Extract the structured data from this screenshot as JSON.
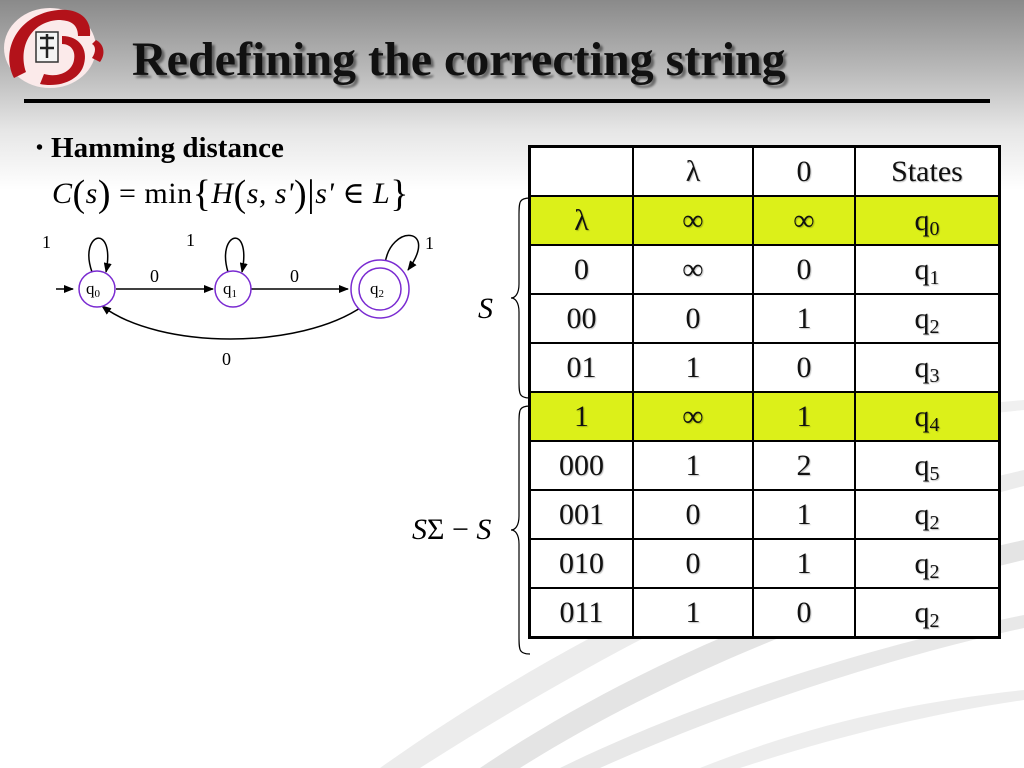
{
  "slide": {
    "title": "Redefining the correcting string",
    "bullet": "Hamming distance"
  },
  "formula": {
    "C": "C",
    "s": "s",
    "eq": " = min",
    "H": "H",
    "args": "s, s'",
    "cond_var": "s'",
    "in": " ∈ ",
    "L": "L"
  },
  "automaton": {
    "states": [
      {
        "id": "q0",
        "base": "q",
        "sub": "0",
        "self_loop": "1",
        "start": true,
        "accepting": false
      },
      {
        "id": "q1",
        "base": "q",
        "sub": "1",
        "self_loop": "1",
        "start": false,
        "accepting": false
      },
      {
        "id": "q2",
        "base": "q",
        "sub": "2",
        "self_loop": "1",
        "start": false,
        "accepting": true
      }
    ],
    "edges": [
      {
        "from": "q0",
        "to": "q1",
        "label": "0"
      },
      {
        "from": "q1",
        "to": "q2",
        "label": "0"
      },
      {
        "from": "q2",
        "to": "q0",
        "label": "0"
      }
    ]
  },
  "labels": {
    "S": "S",
    "S_sigma": "S",
    "sigma": "Σ",
    "minus": " − ",
    "S_tail": "S"
  },
  "table": {
    "header": [
      "",
      "λ",
      "0",
      "States"
    ],
    "rows": [
      {
        "cells": [
          "λ",
          "∞",
          "∞"
        ],
        "state_base": "q",
        "state_sub": "0",
        "highlight": true
      },
      {
        "cells": [
          "0",
          "∞",
          "0"
        ],
        "state_base": "q",
        "state_sub": "1",
        "highlight": false
      },
      {
        "cells": [
          "00",
          "0",
          "1"
        ],
        "state_base": "q",
        "state_sub": "2",
        "highlight": false
      },
      {
        "cells": [
          "01",
          "1",
          "0"
        ],
        "state_base": "q",
        "state_sub": "3",
        "highlight": false
      },
      {
        "cells": [
          "1",
          "∞",
          "1"
        ],
        "state_base": "q",
        "state_sub": "4",
        "highlight": true
      },
      {
        "cells": [
          "000",
          "1",
          "2"
        ],
        "state_base": "q",
        "state_sub": "5",
        "highlight": false
      },
      {
        "cells": [
          "001",
          "0",
          "1"
        ],
        "state_base": "q",
        "state_sub": "2",
        "highlight": false
      },
      {
        "cells": [
          "010",
          "0",
          "1"
        ],
        "state_base": "q",
        "state_sub": "2",
        "highlight": false
      },
      {
        "cells": [
          "011",
          "1",
          "0"
        ],
        "state_base": "q",
        "state_sub": "2",
        "highlight": false
      }
    ]
  },
  "colors": {
    "highlight": "#dcf019",
    "state_circle": "#7a2bd1",
    "logo_red": "#b3121a"
  },
  "icons": {
    "logo": "university-logo-icon"
  }
}
